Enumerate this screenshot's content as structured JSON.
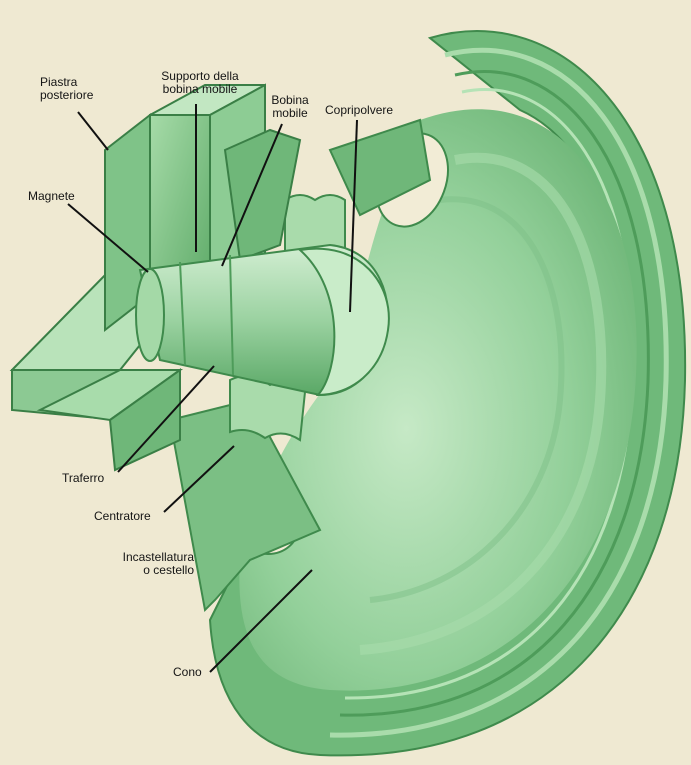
{
  "diagram": {
    "labels": {
      "back_plate": [
        "Piastra",
        "posteriore"
      ],
      "coil_support": [
        "Supporto della",
        "bobina mobile"
      ],
      "voice_coil": [
        "Bobina",
        "mobile"
      ],
      "dust_cap": "Copripolvere",
      "magnet": "Magnete",
      "air_gap": "Traferro",
      "spider": "Centratore",
      "frame": [
        "Incastellatura",
        "o cestello"
      ],
      "cone": "Cono"
    },
    "colors": {
      "background": "#efe9d2",
      "body": "#7fc58a",
      "body_light": "#b8e2bb",
      "body_dark": "#4f9f5d",
      "leader": "#111111"
    }
  }
}
